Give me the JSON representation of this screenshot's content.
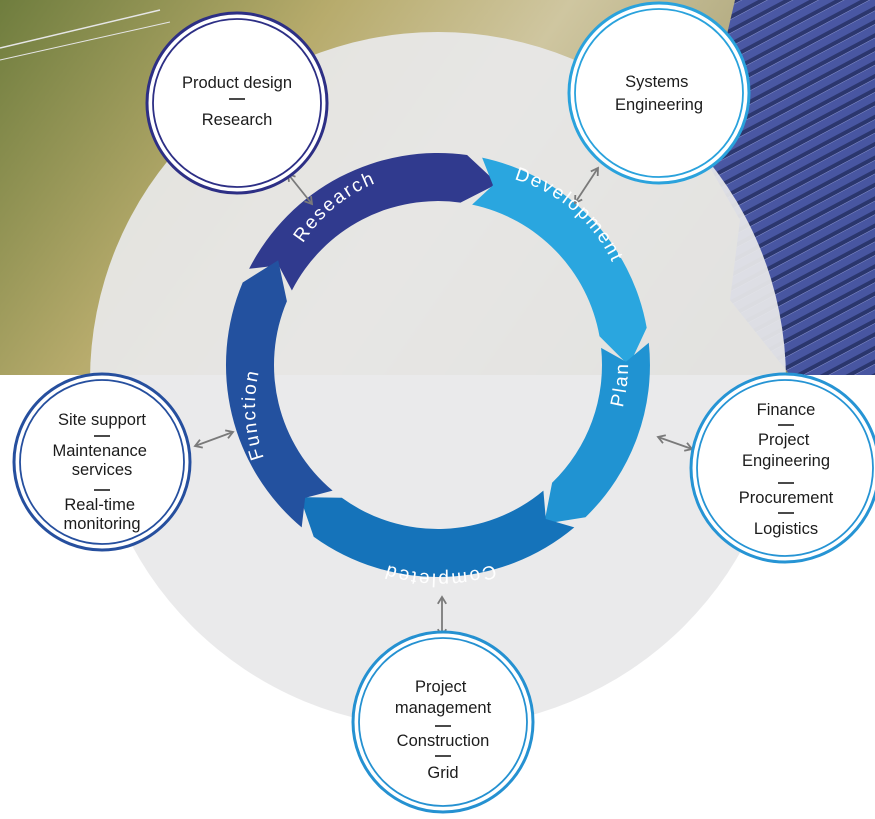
{
  "cycle": {
    "stages": [
      {
        "label": "Research",
        "color": "#303a8e"
      },
      {
        "label": "Development",
        "color": "#2aa6df"
      },
      {
        "label": "Plan",
        "color": "#2093d2"
      },
      {
        "label": "Completed",
        "color": "#1573ba"
      },
      {
        "label": "Function",
        "color": "#23519f"
      }
    ]
  },
  "nodes": [
    {
      "id": "research-node",
      "ring_color": "#2d2f85",
      "lines": [
        "Product design",
        "Research"
      ]
    },
    {
      "id": "development-node",
      "ring_color": "#2aa2dc",
      "lines": [
        "Systems Engineering"
      ]
    },
    {
      "id": "plan-node",
      "ring_color": "#2694d4",
      "lines": [
        "Finance",
        "Project Engineering",
        "Procurement",
        "Logistics"
      ]
    },
    {
      "id": "completed-node",
      "ring_color": "#2591d1",
      "lines": [
        "Project management",
        "Construction",
        "Grid"
      ]
    },
    {
      "id": "function-node",
      "ring_color": "#264f9e",
      "lines": [
        "Site support",
        "Maintenance services",
        "Real-time monitoring"
      ]
    }
  ],
  "colors": {
    "connector": "#7a7a7a",
    "backdrop_disc": "#e8e8ea",
    "text": "#1c1c1c"
  }
}
